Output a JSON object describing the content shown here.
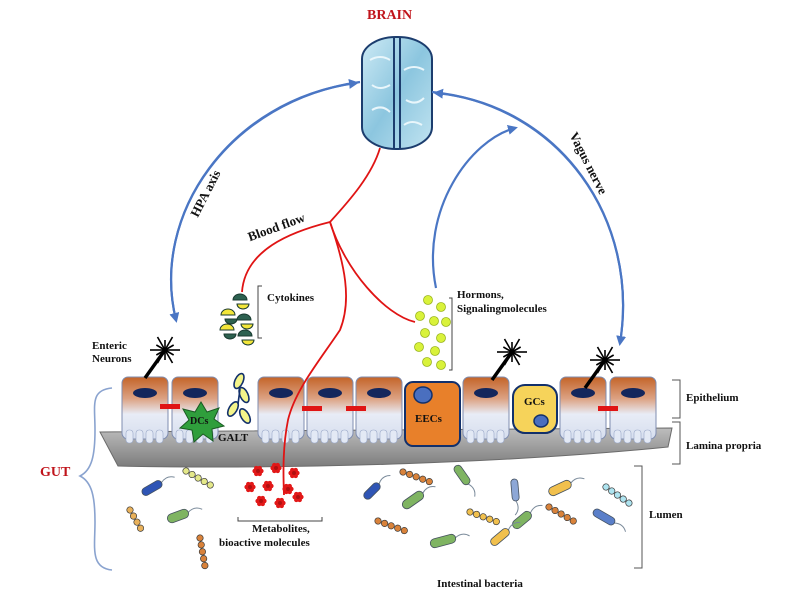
{
  "labels": {
    "brain": "BRAIN",
    "gut": "GUT",
    "hpa_axis": "HPA axis",
    "vagus_nerve": "Vagus nerve",
    "blood_flow": "Blood flow",
    "cytokines": "Cytokines",
    "hormones_line1": "Hormons,",
    "hormones_line2": "Signalingmolecules",
    "enteric_line1": "Enteric",
    "enteric_line2": "Neurons",
    "dcs": "DCs",
    "galt": "GALT",
    "eecs": "EECs",
    "gcs": "GCs",
    "epithelium": "Epithelium",
    "lamina_propria": "Lamina propria",
    "lumen": "Lumen",
    "metabolites_line1": "Metabolites,",
    "metabolites_line2": "bioactive molecules",
    "intestinal_bacteria": "Intestinal bacteria"
  },
  "colors": {
    "accent_red": "#c0141b",
    "arrow_blue": "#4a76c4",
    "blood_red": "#e01414",
    "cell_top": "#c86a2c",
    "cell_bottom": "#e6ecf7",
    "nucleus": "#13265c",
    "eec_fill": "#e8802a",
    "gc_fill": "#f6d35a",
    "lamina": "#9a9a9a",
    "yellow_green": "#d9f23a",
    "brain_fill": "#a9d6ea"
  }
}
